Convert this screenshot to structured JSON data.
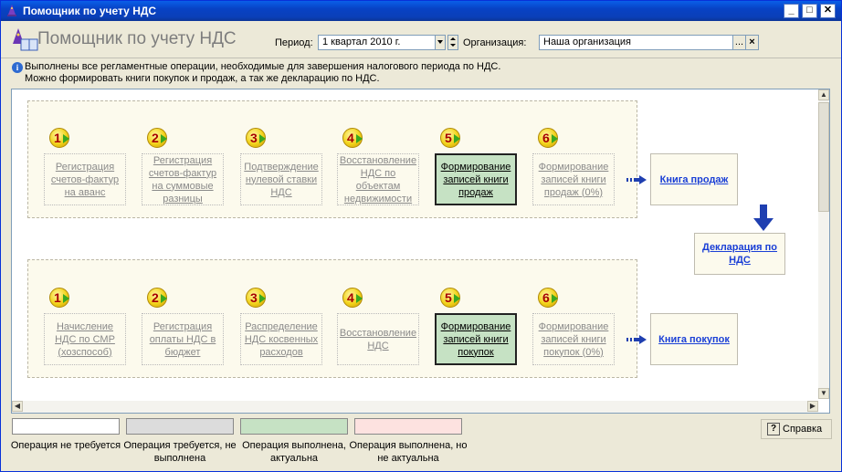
{
  "window": {
    "title": "Помощник по учету НДС"
  },
  "header": {
    "title": "Помощник по учету НДС",
    "period_label": "Период:",
    "period_value": "1 квартал 2010 г.",
    "org_label": "Организация:",
    "org_value": "Наша организация",
    "select_btn": "...",
    "clear_btn": "×"
  },
  "info": {
    "line1": "Выполнены все регламентные операции, необходимые для завершения налогового периода по НДС.",
    "line2": "Можно формировать книги покупок и продаж, а так же декларацию по НДС."
  },
  "sales": {
    "steps": [
      {
        "num": "1",
        "label": "Регистрация счетов-фактур на аванс",
        "state": "not-required"
      },
      {
        "num": "2",
        "label": "Регистрация счетов-фактур на суммовые разницы",
        "state": "not-required"
      },
      {
        "num": "3",
        "label": "Подтверждение нулевой ставки НДС",
        "state": "not-required"
      },
      {
        "num": "4",
        "label": "Восстановление НДС по объектам недвижимости",
        "state": "not-required"
      },
      {
        "num": "5",
        "label": "Формирование записей книги продаж",
        "state": "done"
      },
      {
        "num": "6",
        "label": "Формирование записей книги продаж (0%)",
        "state": "not-required"
      }
    ],
    "result": "Книга продаж"
  },
  "purchases": {
    "steps": [
      {
        "num": "1",
        "label": "Начисление НДС по СМР (хозспособ)",
        "state": "not-required"
      },
      {
        "num": "2",
        "label": "Регистрация оплаты НДС в бюджет",
        "state": "not-required"
      },
      {
        "num": "3",
        "label": "Распределение НДС косвенных расходов",
        "state": "not-required"
      },
      {
        "num": "4",
        "label": "Восстановление НДС",
        "state": "not-required"
      },
      {
        "num": "5",
        "label": "Формирование записей книги покупок",
        "state": "done"
      },
      {
        "num": "6",
        "label": "Формирование записей книги покупок (0%)",
        "state": "not-required"
      }
    ],
    "result": "Книга покупок"
  },
  "declaration": "Декларация по НДС",
  "legend": [
    {
      "color": "#ffffff",
      "text": "Операция не требуется"
    },
    {
      "color": "#dcdcdc",
      "text": "Операция требуется, не выполнена"
    },
    {
      "color": "#c6e2c4",
      "text": "Операция выполнена, актуальна"
    },
    {
      "color": "#fde2e0",
      "text": "Операция выполнена, но не актуальна"
    }
  ],
  "help_label": "Справка",
  "colors": {
    "titlebar": "#0842c4",
    "done": "#c6e2c4",
    "link": "#1a3fd6",
    "arrow": "#1f3fb0"
  }
}
